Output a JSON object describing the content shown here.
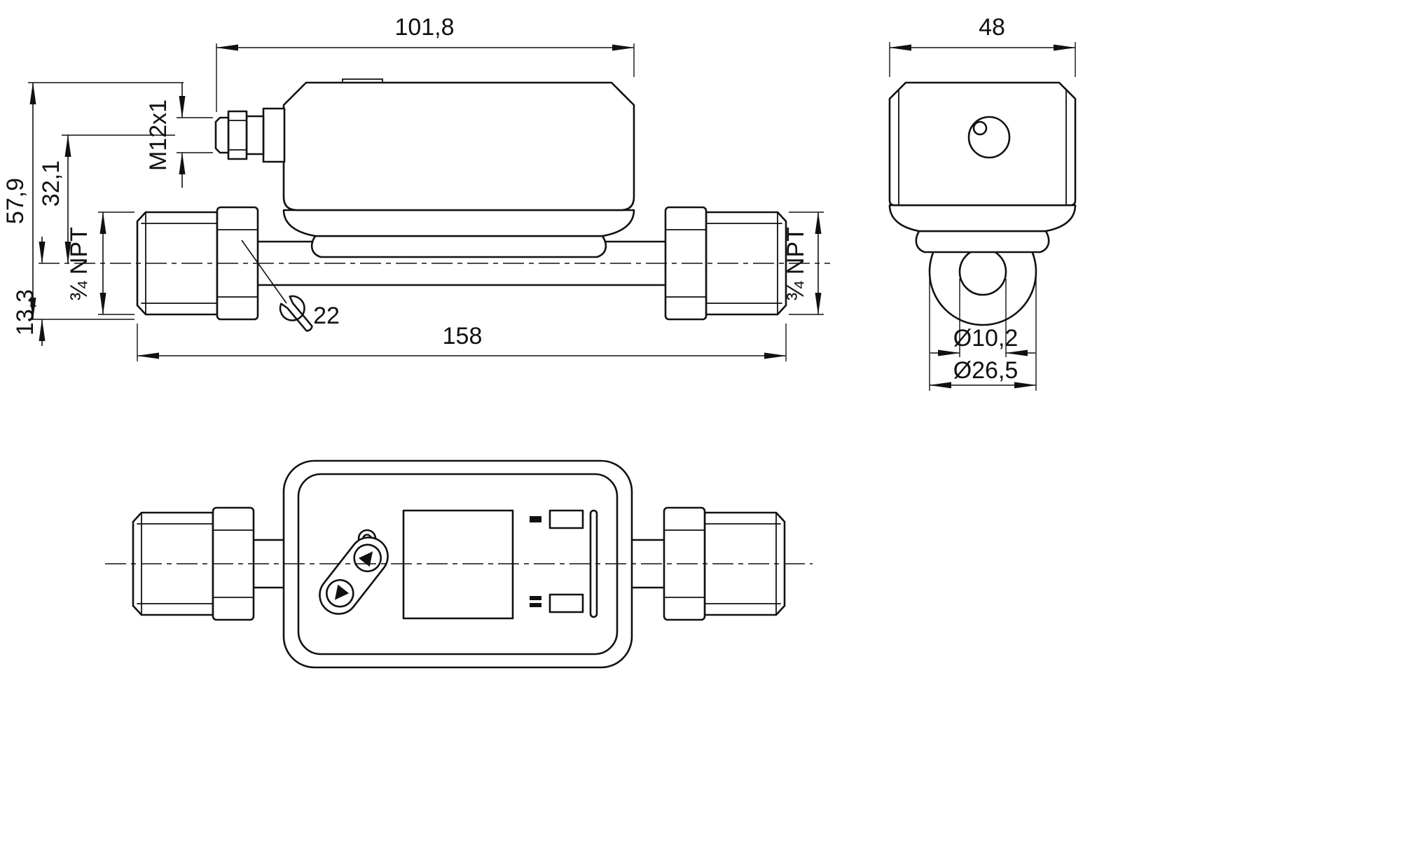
{
  "page": {
    "background": "#ffffff",
    "line_color": "#111111"
  },
  "drawing": {
    "type": "technical-dimension-drawing",
    "side_view": {
      "dim_body_length": "101,8",
      "dim_connector_thread": "M12x1",
      "dim_height_total": "57,9",
      "dim_height_connector_axis": "32,1",
      "dim_height_below_axis": "13,3",
      "dim_process_thread_left": "¾ NPT",
      "dim_process_thread_right": "¾ NPT",
      "dim_wrench_size": "22",
      "dim_overall_length": "158"
    },
    "end_view": {
      "dim_width": "48",
      "dim_bore_diameter": "Ø10,2",
      "dim_outer_diameter": "Ø26,5"
    }
  }
}
